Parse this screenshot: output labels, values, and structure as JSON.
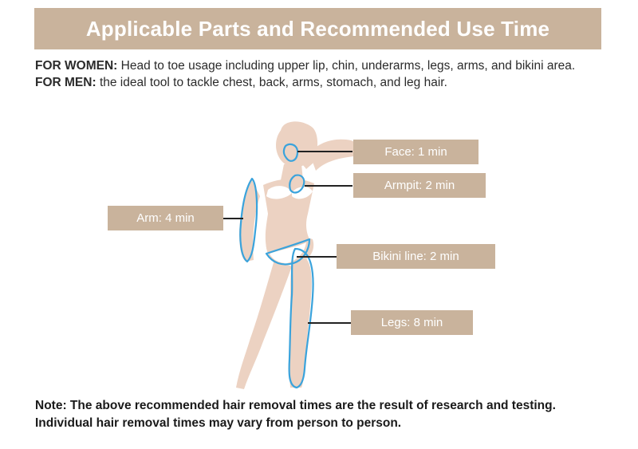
{
  "header": {
    "title": "Applicable Parts and Recommended Use Time"
  },
  "intro": {
    "women_label": "FOR WOMEN:",
    "women_text": "Head to toe usage including upper lip, chin, underarms, legs, arms, and bikini area.",
    "men_label": "FOR MEN:",
    "men_text": "the ideal tool to tackle chest, back, arms, stomach, and leg hair."
  },
  "callouts": [
    {
      "label": "Face: 1 min"
    },
    {
      "label": "Armpit: 2 min"
    },
    {
      "label": "Arm: 4 min"
    },
    {
      "label": "Bikini line: 2 min"
    },
    {
      "label": "Legs: 8 min"
    }
  ],
  "note": "Note: The above recommended hair removal times are the result of research and testing. Individual hair removal times may vary from person to person.",
  "colors": {
    "accent_tan": "#c9b39c",
    "skin": "#ecd2c2",
    "outline_blue": "#3aa3dc",
    "leader_line": "#222222"
  }
}
